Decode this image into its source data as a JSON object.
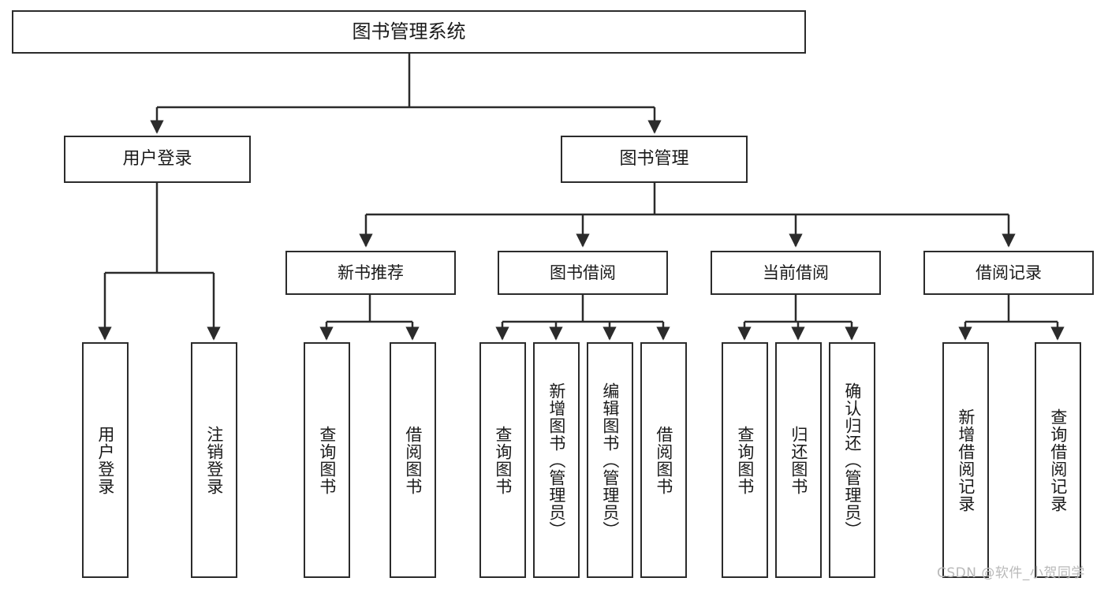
{
  "diagram": {
    "type": "tree",
    "title": "图书管理系统",
    "root": {
      "id": "root",
      "label": "图书管理系统"
    },
    "level1": [
      {
        "id": "user-login",
        "label": "用户登录"
      },
      {
        "id": "book-manage",
        "label": "图书管理"
      }
    ],
    "level2": [
      {
        "id": "new-book-recommend",
        "label": "新书推荐",
        "parent": "book-manage"
      },
      {
        "id": "book-borrow",
        "label": "图书借阅",
        "parent": "book-manage"
      },
      {
        "id": "current-borrow",
        "label": "当前借阅",
        "parent": "book-manage"
      },
      {
        "id": "borrow-record",
        "label": "借阅记录",
        "parent": "book-manage"
      }
    ],
    "leaves": {
      "user-login": [
        {
          "id": "leaf-user-login",
          "label": "用户登录"
        },
        {
          "id": "leaf-logout",
          "label": "注销登录"
        }
      ],
      "new-book-recommend": [
        {
          "id": "leaf-query-book-1",
          "label": "查询图书"
        },
        {
          "id": "leaf-borrow-book-1",
          "label": "借阅图书"
        }
      ],
      "book-borrow": [
        {
          "id": "leaf-query-book-2",
          "label": "查询图书"
        },
        {
          "id": "leaf-add-book",
          "label": "新增图书（管理员）"
        },
        {
          "id": "leaf-edit-book",
          "label": "编辑图书（管理员）"
        },
        {
          "id": "leaf-borrow-book-2",
          "label": "借阅图书"
        }
      ],
      "current-borrow": [
        {
          "id": "leaf-query-book-3",
          "label": "查询图书"
        },
        {
          "id": "leaf-return-book",
          "label": "归还图书"
        },
        {
          "id": "leaf-confirm-return",
          "label": "确认归还（管理员）"
        }
      ],
      "borrow-record": [
        {
          "id": "leaf-add-record",
          "label": "新增借阅记录"
        },
        {
          "id": "leaf-query-record",
          "label": "查询借阅记录"
        }
      ]
    }
  },
  "watermark": {
    "text": "CSDN @软件_小贺同学"
  },
  "colors": {
    "border": "#2b2b2b",
    "background": "#ffffff",
    "text": "#1a1a1a",
    "watermark": "#b9b9b9"
  }
}
